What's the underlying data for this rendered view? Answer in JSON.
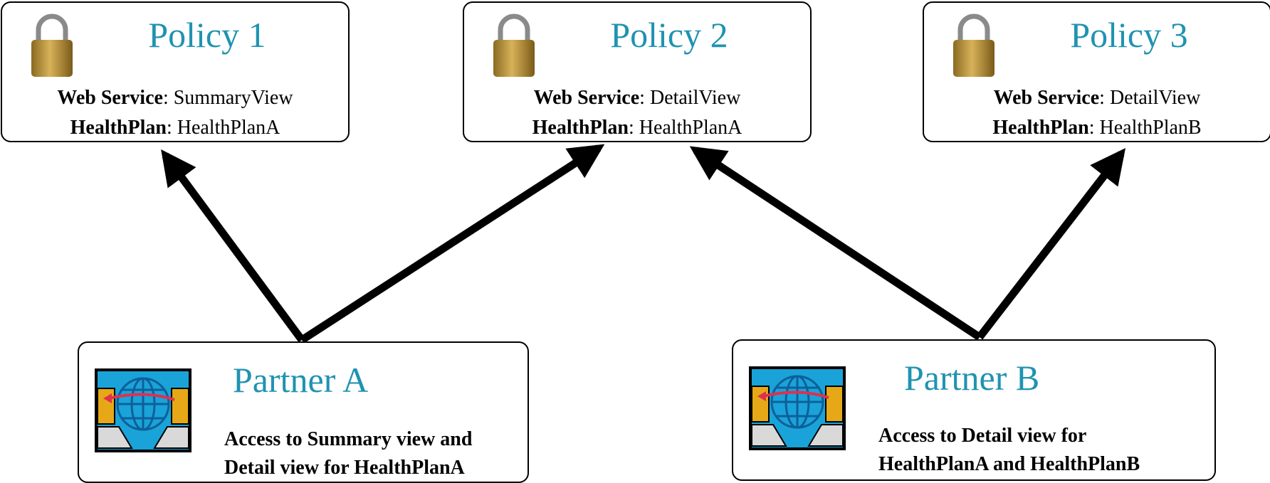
{
  "policies": [
    {
      "title": "Policy 1",
      "service_key": "Web Service",
      "service_value": ": SummaryView",
      "plan_key": "HealthPlan",
      "plan_value": ": HealthPlanA"
    },
    {
      "title": "Policy 2",
      "service_key": "Web Service",
      "service_value": ": DetailView",
      "plan_key": "HealthPlan",
      "plan_value": ": HealthPlanA"
    },
    {
      "title": "Policy 3",
      "service_key": "Web Service",
      "service_value": ": DetailView",
      "plan_key": "HealthPlan",
      "plan_value": ": HealthPlanB"
    }
  ],
  "partners": [
    {
      "title": "Partner A",
      "desc_line1": "Access to Summary view and",
      "desc_line2": "Detail view for HealthPlanA"
    },
    {
      "title": "Partner B",
      "desc_line1": "Access to Detail view for",
      "desc_line2": "HealthPlanA and HealthPlanB"
    }
  ],
  "connections": [
    {
      "from": "Partner A",
      "to": "Policy 1"
    },
    {
      "from": "Partner A",
      "to": "Policy 2"
    },
    {
      "from": "Partner B",
      "to": "Policy 2"
    },
    {
      "from": "Partner B",
      "to": "Policy 3"
    }
  ],
  "colors": {
    "title": "#1f93b1",
    "arrow": "#000000",
    "lock": "#c49a3a",
    "network_bg": "#1aa3d8"
  },
  "icons": {
    "policy": "padlock-icon",
    "partner": "network-computers-icon"
  }
}
